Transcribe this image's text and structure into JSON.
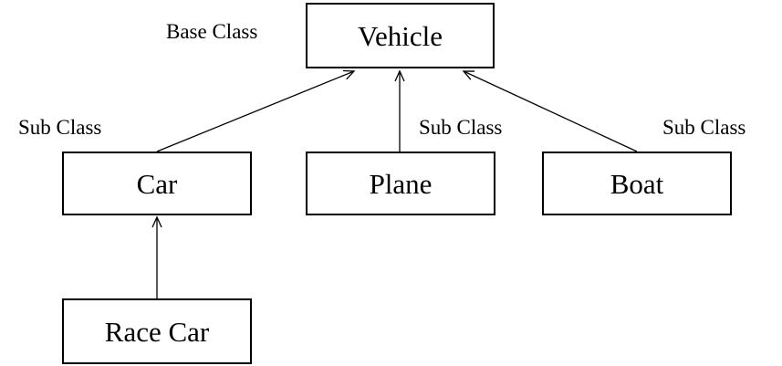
{
  "nodes": {
    "vehicle": "Vehicle",
    "car": "Car",
    "plane": "Plane",
    "boat": "Boat",
    "race_car": "Race Car"
  },
  "annotations": {
    "base_class": "Base Class",
    "sub_class_car": "Sub Class",
    "sub_class_plane": "Sub Class",
    "sub_class_boat": "Sub Class"
  },
  "relationships": [
    {
      "from": "Car",
      "to": "Vehicle"
    },
    {
      "from": "Plane",
      "to": "Vehicle"
    },
    {
      "from": "Boat",
      "to": "Vehicle"
    },
    {
      "from": "Race Car",
      "to": "Car"
    }
  ],
  "colors": {
    "stroke": "#000000",
    "background": "#ffffff"
  }
}
